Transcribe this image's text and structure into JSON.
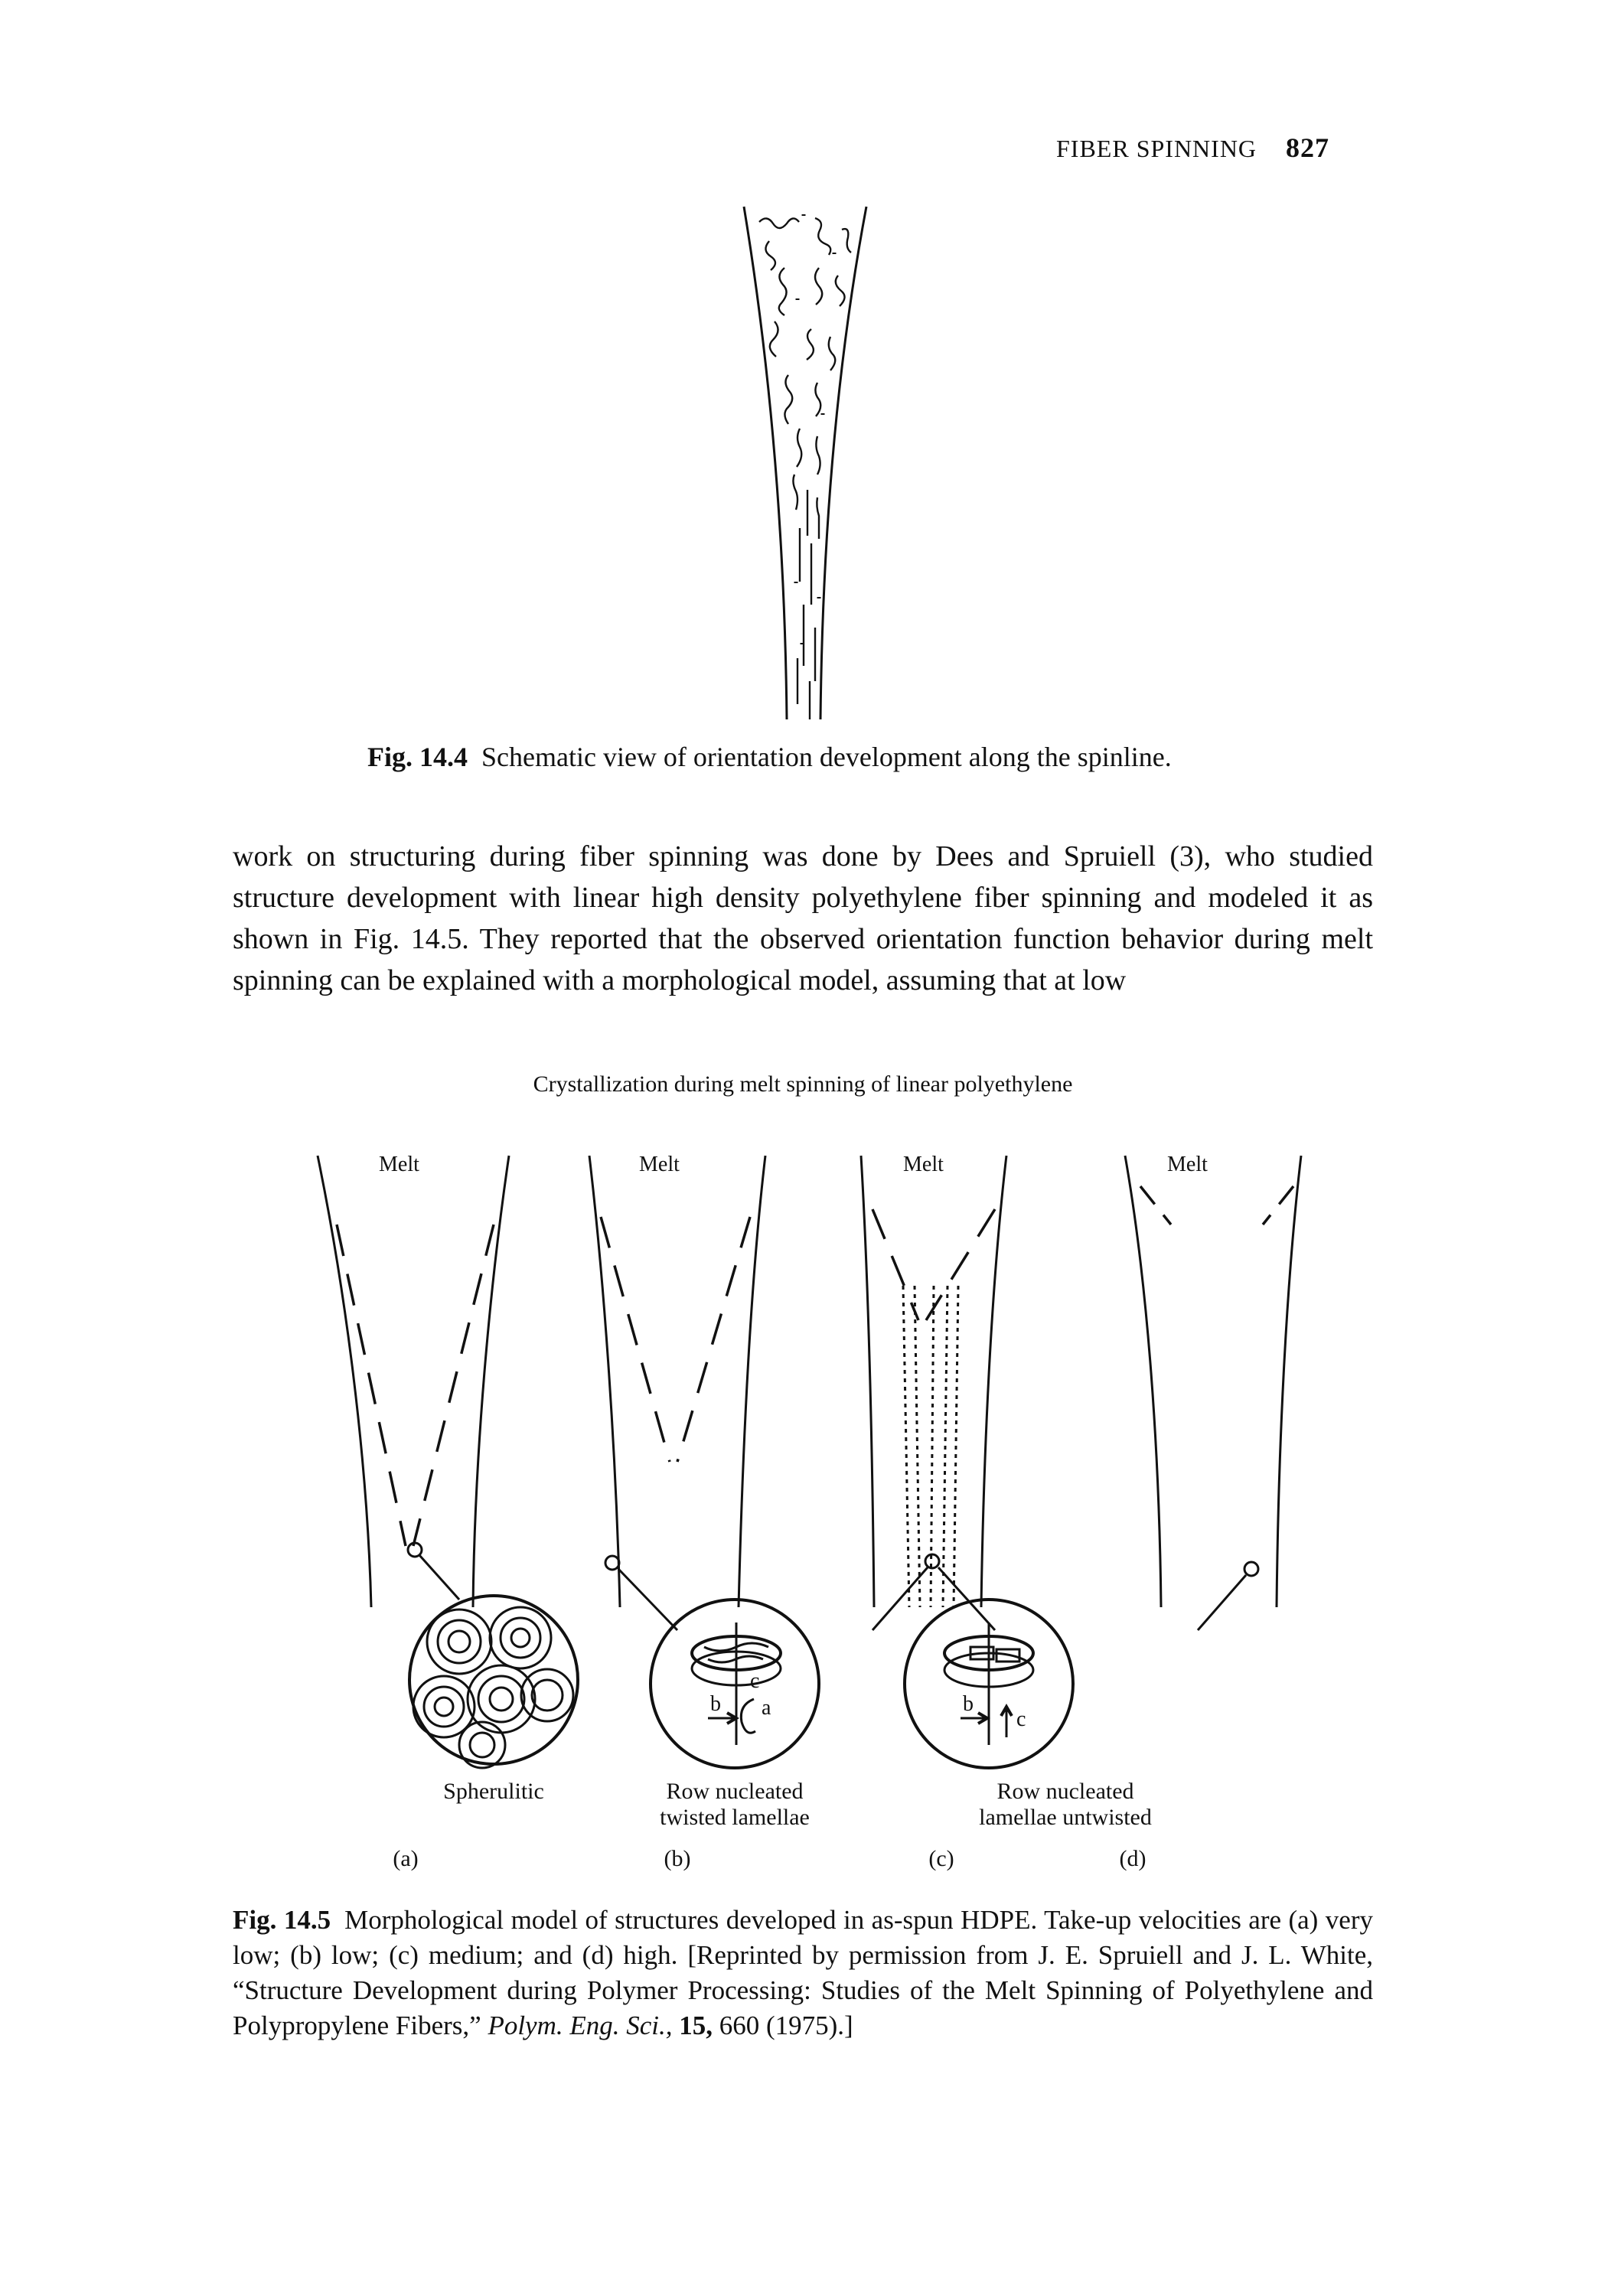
{
  "header": {
    "section": "FIBER SPINNING",
    "page_number": "827"
  },
  "figure_14_4": {
    "label": "Fig. 14.4",
    "caption": "Schematic view of orientation development along the spinline."
  },
  "body_text": "work on structuring during fiber spinning was done by Dees and Spruiell (3), who studied structure development with linear high density polyethylene fiber spinning and modeled it as shown in Fig. 14.5. They reported that the observed orientation function behavior during melt spinning can be explained with a morphological model, assuming that at low",
  "figure_14_5": {
    "title": "Crystallization during melt spinning of linear polyethylene",
    "panels": [
      {
        "id": "a",
        "top_label": "Melt",
        "structure_label": [
          "Spherulitic"
        ],
        "letter": "(a)"
      },
      {
        "id": "b",
        "top_label": "Melt",
        "structure_label": [
          "Row nucleated",
          "twisted lamellae"
        ],
        "letter": "(b)"
      },
      {
        "id": "c",
        "top_label": "Melt",
        "structure_label": [
          "Row nucleated",
          "lamellae untwisted"
        ],
        "letter": "(c)"
      },
      {
        "id": "d",
        "top_label": "Melt",
        "structure_label": [],
        "letter": "(d)"
      }
    ],
    "axis_letters": {
      "b": "b",
      "c": "c",
      "a": "a"
    },
    "caption_label": "Fig. 14.5",
    "caption_part1": "Morphological model of structures developed in as-spun HDPE. Take-up velocities are (a) very low; (b) low; (c) medium; and (d) high. [Reprinted by permission from J. E. Spruiell and J. L. White, “Structure Development during Polymer Processing: Studies of the Melt Spinning of Polyethylene and Polypropylene Fibers,”",
    "caption_journal": "Polym. Eng. Sci.,",
    "caption_volume": "15,",
    "caption_end": "660 (1975).]"
  }
}
